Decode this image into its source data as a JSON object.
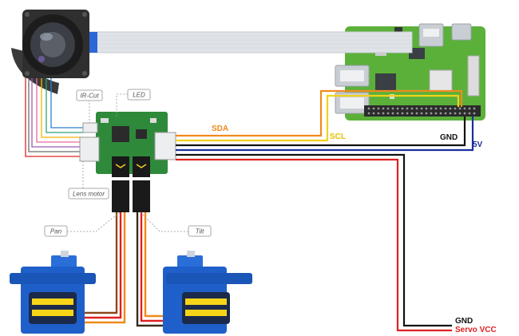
{
  "callouts": {
    "ir_cut": "IR-Cut",
    "led": "LED",
    "lens_motor": "Lens motor",
    "pan": "Pan",
    "tilt": "Tilt"
  },
  "wire_labels": {
    "sda": "SDA",
    "scl": "SCL",
    "gnd_pi": "GND",
    "v5": "5V",
    "gnd_servo": "GND",
    "servo_vcc": "Servo VCC"
  },
  "colors": {
    "sda": "#f08a1c",
    "scl": "#f2d21b",
    "gnd": "#111111",
    "v5": "#1b2f9c",
    "servo_vcc": "#e02020",
    "pi_board": "#5bb03a",
    "controller_board": "#2e8a3a",
    "servo_body": "#1f5fc9",
    "servo_yellow": "#f7d417",
    "ribbon": "#dfe3e8",
    "ribbon_tab": "#2c67d8"
  },
  "icons": {
    "camera": "camera-lens-icon",
    "raspberry_pi": "raspberry-pi-board-icon",
    "controller": "camera-controller-board-icon",
    "servo": "servo-motor-icon"
  }
}
